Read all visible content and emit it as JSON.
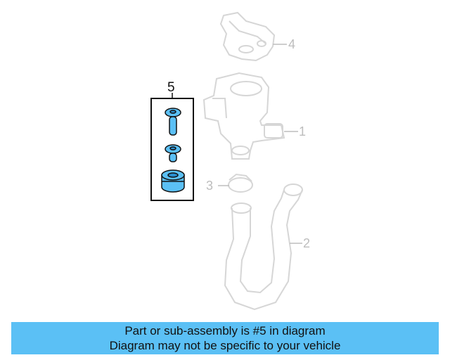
{
  "diagram": {
    "callouts": [
      "1",
      "2",
      "3",
      "4",
      "5"
    ],
    "colors": {
      "faded_part": "#d6d6d6",
      "highlight_fill": "#5bc0f5",
      "outline": "#111111"
    }
  },
  "banner": {
    "line1": "Part or sub-assembly is #5 in diagram",
    "line2": "Diagram may not be specific to your vehicle",
    "background": "#5bc0f5"
  }
}
